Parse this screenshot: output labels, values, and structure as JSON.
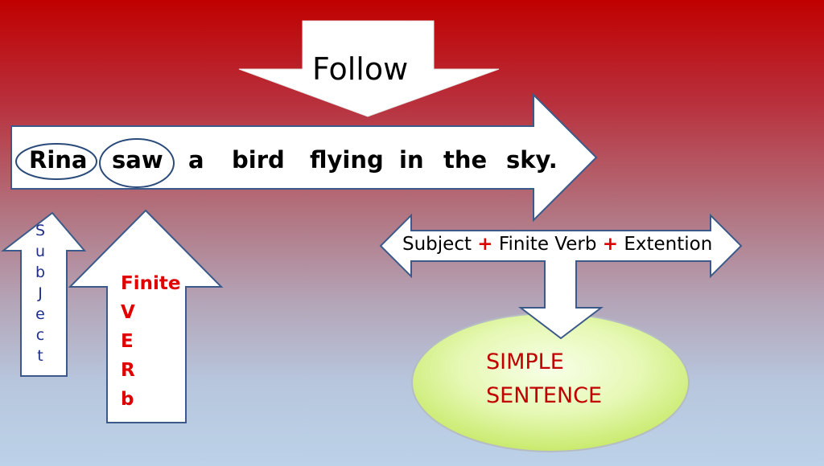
{
  "diagram": {
    "top_label": "Follow",
    "sentence_words": [
      "Rina",
      "saw",
      "a",
      "bird",
      "flying",
      "in",
      "the",
      "sky."
    ],
    "formula": {
      "subject": "Subject",
      "plus_1": "+",
      "finite_verb": "Finite Verb",
      "plus_2": "+",
      "extension": "Extention"
    },
    "subject_letters": [
      "S",
      "u",
      "b",
      "J",
      "e",
      "c",
      "t"
    ],
    "verb_letters": [
      "Finite",
      "V",
      "E",
      "R",
      "b"
    ],
    "result_lines": [
      "SIMPLE",
      "SENTENCE"
    ]
  },
  "colors": {
    "background_top": "#c00000",
    "background_bottom": "#bcd2e8",
    "arrow_fill": "#ffffff",
    "arrow_stroke": "#3b5a8a",
    "highlight_red": "#e00000",
    "subject_letters": "#1f2f8a",
    "result_text": "#c00000",
    "ellipse_fill": "#ddf59a"
  }
}
